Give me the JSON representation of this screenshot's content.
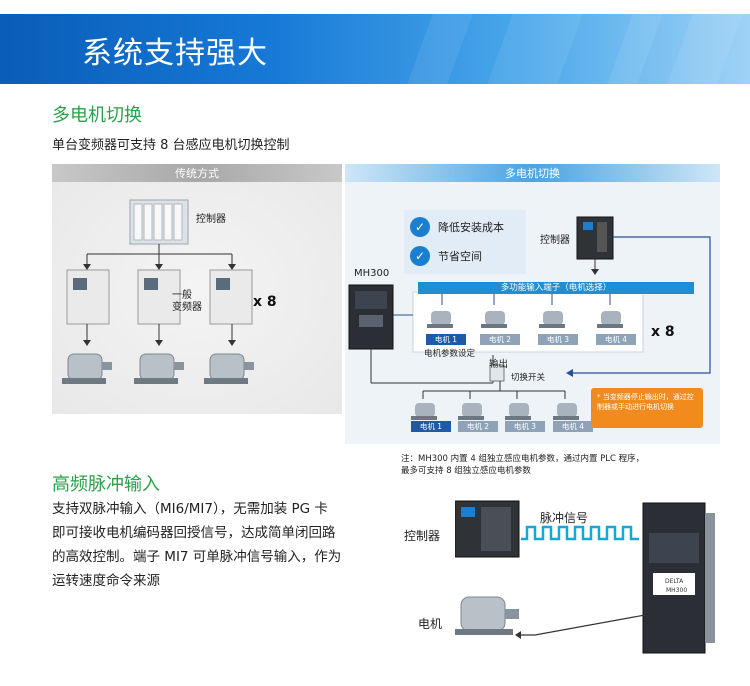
{
  "banner": {
    "title": "系统支持强大"
  },
  "section1": {
    "heading": "多电机切换",
    "desc": "单台变频器可支持 8 台感应电机切换控制",
    "traditional_label": "传统方式",
    "multi_label": "多电机切换",
    "left": {
      "controller": "控制器",
      "inverter": "一般\n变频器",
      "times": "x 8"
    },
    "right": {
      "benefits": [
        "降低安装成本",
        "节省空间"
      ],
      "controller": "控制器",
      "mh300": "MH300",
      "input_bar": "多功能输入端子（电机选择）",
      "motors_top": [
        "电机 1",
        "电机 2",
        "电机 3",
        "电机 4"
      ],
      "param_setting": "电机参数设定",
      "times": "x 8",
      "output": "输出",
      "switch": "切换开关",
      "motors_bottom": [
        "电机 1",
        "电机 2",
        "电机 3",
        "电机 4"
      ],
      "warning": "* 当变频器停止输出时，通过控制器或手动进行电机切换",
      "footnote_1": "注：MH300 内置 4 组独立感应电机参数，通过内置 PLC 程序，",
      "footnote_2": "最多可支持 8 组独立感应电机参数"
    }
  },
  "section2": {
    "heading": "高频脉冲输入",
    "para_lines": [
      "支持双脉冲输入（MI6/MI7），无需加装 PG 卡",
      "即可接收电机编码器回授信号，达成简单闭回路",
      "的高效控制。端子 MI7 可单脉冲信号输入，作为",
      "运转速度命令来源"
    ],
    "controller": "控制器",
    "pulse": "脉冲信号",
    "motor": "电机",
    "drive_brand": "DELTA",
    "drive_model": "MH300"
  },
  "colors": {
    "green": "#2aa14a",
    "blue": "#1a7fd0",
    "orange": "#f28b1d"
  }
}
